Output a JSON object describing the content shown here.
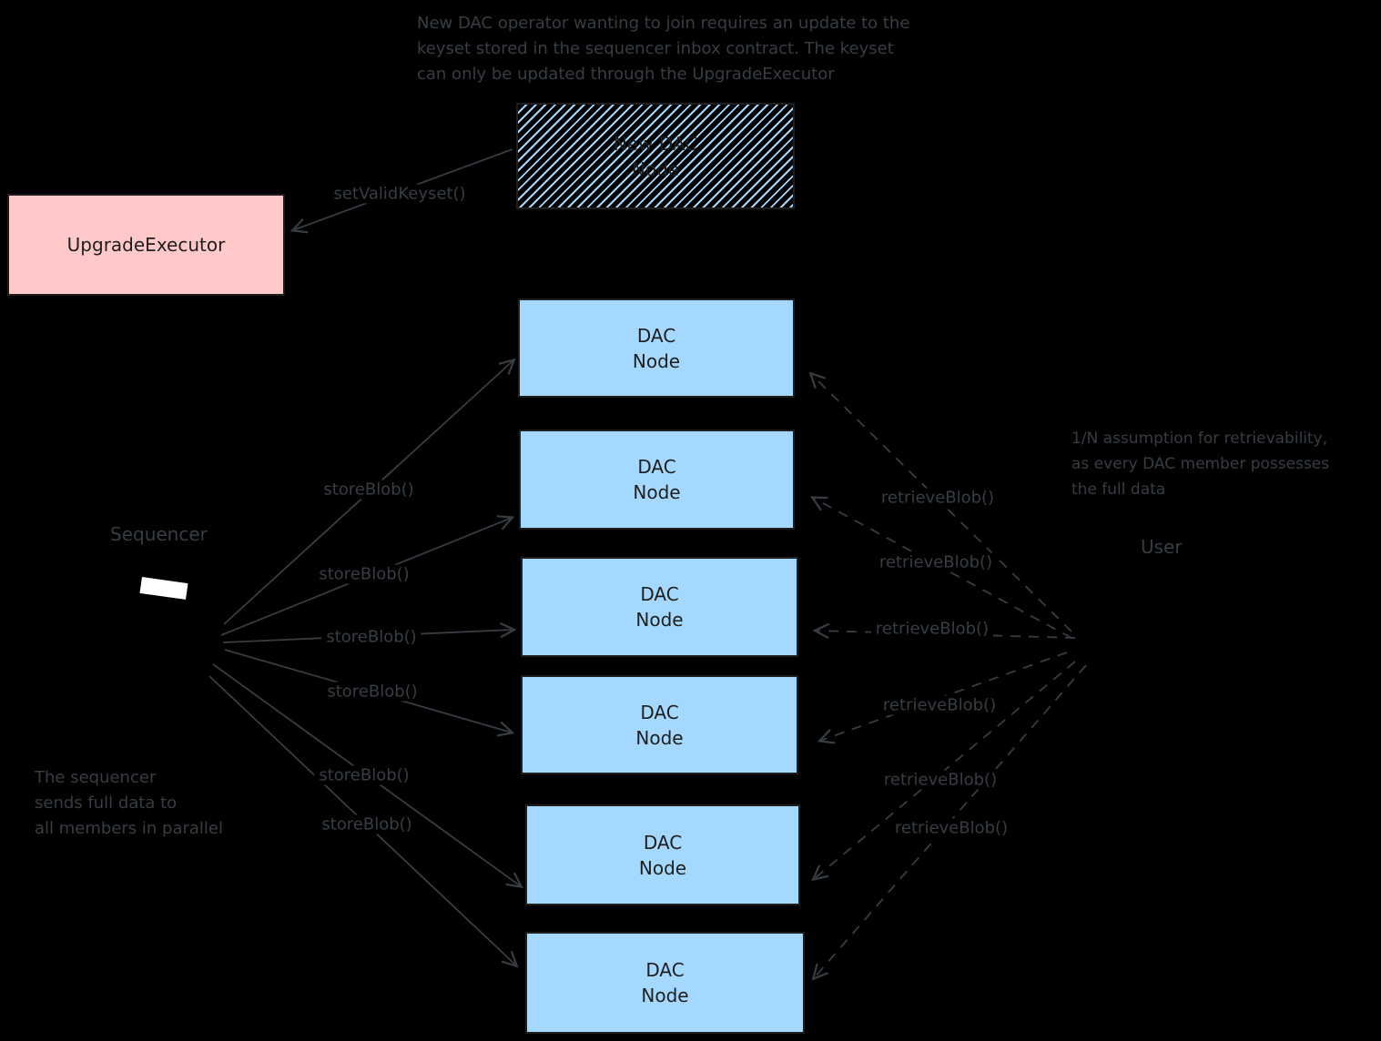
{
  "diagram": {
    "colors": {
      "canvas_bg": "#000000",
      "dac_node_fill": "#a5d8ff",
      "upgrade_executor_fill": "#ffc9c9",
      "box_stroke": "#1e1e1e",
      "annotation_gray": "#373d43",
      "sequencer_screen": "#ffffff"
    },
    "notes": {
      "top": [
        "New DAC operator wanting to join requires an update to the",
        "keyset stored in the sequencer inbox contract. The keyset",
        "can only be updated through the UpgradeExecutor"
      ],
      "right": [
        "1/N assumption for retrievability,",
        "as every DAC member possesses",
        "the full data"
      ],
      "bottom_left": [
        "The sequencer",
        "sends full data to",
        "all members in parallel"
      ]
    },
    "boxes": {
      "upgrade_executor": "UpgradeExecutor",
      "new_dac_node": [
        "New DAC",
        "Node"
      ],
      "dac_nodes": [
        [
          "DAC",
          "Node"
        ],
        [
          "DAC",
          "Node"
        ],
        [
          "DAC",
          "Node"
        ],
        [
          "DAC",
          "Node"
        ],
        [
          "DAC",
          "Node"
        ],
        [
          "DAC",
          "Node"
        ]
      ]
    },
    "actors": {
      "sequencer": "Sequencer",
      "user": "User"
    },
    "edge_labels": {
      "set_valid_keyset": "setValidKeyset()",
      "store": [
        "storeBlob()",
        "storeBlob()",
        "storeBlob()",
        "storeBlob()",
        "storeBlob()",
        "storeBlob()"
      ],
      "retrieve": [
        "retrieveBlob()",
        "retrieveBlob()",
        "retrieveBlob()",
        "retrieveBlob()",
        "retrieveBlob()",
        "retrieveBlob()"
      ]
    }
  }
}
